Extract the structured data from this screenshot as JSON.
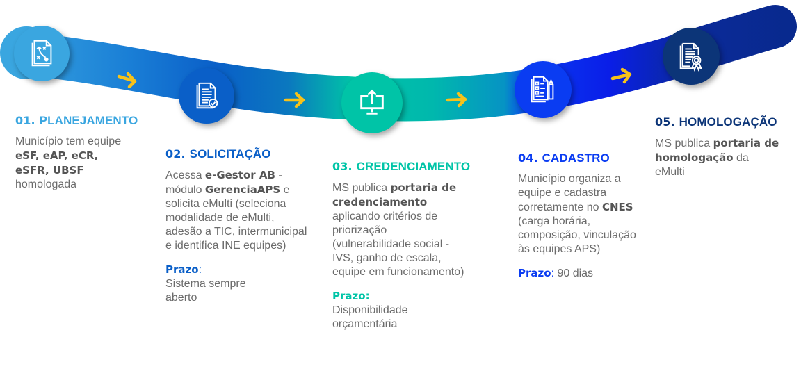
{
  "colors": {
    "step1": "#3aa6e0",
    "step2": "#0a5fc8",
    "step3": "#00c4a7",
    "step4": "#0a3cf2",
    "step5": "#0c3578",
    "arrow": "#f7c21a",
    "text": "#6b6b6b"
  },
  "steps": [
    {
      "number": "01.",
      "title": "PLANEJAMENTO",
      "icon": "strategy-plan-document-icon",
      "desc": [
        {
          "t": "Município tem equipe ",
          "b": false
        },
        {
          "t": "eSF, eAP, eCR, eSFR, UBSF",
          "b": true
        },
        {
          "t": " homologada",
          "b": false
        }
      ]
    },
    {
      "number": "02.",
      "title": "SOLICITAÇÃO",
      "icon": "document-check-icon",
      "desc": [
        {
          "t": "Acessa ",
          "b": false
        },
        {
          "t": "e-Gestor AB",
          "b": true
        },
        {
          "t": " - módulo ",
          "b": false
        },
        {
          "t": "GerenciaAPS",
          "b": true
        },
        {
          "t": " e solicita eMulti (seleciona modalidade de eMulti, adesão a TIC, intermunicipal e identifica INE equipes)",
          "b": false
        }
      ],
      "prazo_label": "Prazo",
      "prazo_value": "Sistema sempre aberto"
    },
    {
      "number": "03.",
      "title": "CREDENCIAMENTO",
      "icon": "monitor-upload-icon",
      "desc": [
        {
          "t": "MS publica ",
          "b": false
        },
        {
          "t": "portaria de credenciamento",
          "b": true
        },
        {
          "t": " aplicando critérios de priorização (vulnerabilidade social - IVS, ganho de escala, equipe em funcionamento)",
          "b": false
        }
      ],
      "prazo_label": "Prazo",
      "prazo_value": "Disponibilidade orçamentária"
    },
    {
      "number": "04.",
      "title": "CADASTRO",
      "icon": "checklist-pencil-icon",
      "desc": [
        {
          "t": "Município organiza a equipe e cadastra corretamente no ",
          "b": false
        },
        {
          "t": "CNES",
          "b": true
        },
        {
          "t": " (carga horária, composição, vinculação às equipes APS)",
          "b": false
        }
      ],
      "prazo_label": "Prazo",
      "prazo_value": "90 dias"
    },
    {
      "number": "05.",
      "title": "HOMOLOGAÇÃO",
      "icon": "certificate-document-icon",
      "desc": [
        {
          "t": "MS publica ",
          "b": false
        },
        {
          "t": "portaria de homologação",
          "b": true
        },
        {
          "t": " da eMulti",
          "b": false
        }
      ]
    }
  ]
}
